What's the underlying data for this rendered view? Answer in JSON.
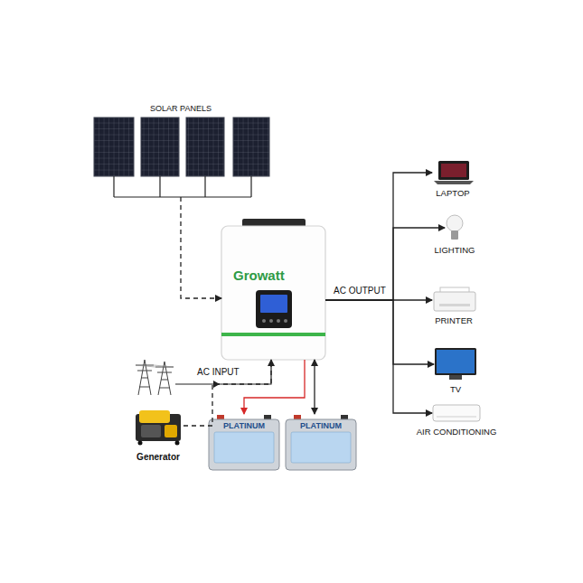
{
  "diagram": {
    "nodes": [
      {
        "text": [
          "SOLAR PANELS"
        ]
      },
      {
        "text": [
          "Growatt"
        ]
      },
      {
        "text": [
          "Generator"
        ]
      },
      {
        "text": [
          "PLATINUM"
        ]
      },
      {
        "text": [
          "PLATINUM"
        ]
      },
      {
        "text": [
          "LAPTOP"
        ]
      },
      {
        "text": [
          "LIGHTING"
        ]
      },
      {
        "text": [
          "PRINTER"
        ]
      },
      {
        "text": [
          "TV"
        ]
      },
      {
        "text": [
          "AIR CONDITIONING"
        ]
      }
    ],
    "edges": [
      {
        "from": 0,
        "to": 1,
        "arrow": "to"
      },
      {
        "from": 2,
        "to": 1,
        "arrow": "to"
      },
      {
        "from": 1,
        "to": 3,
        "arrow": "to"
      },
      {
        "from": 1,
        "to": 4,
        "arrow": "both"
      },
      {
        "from": 1,
        "to": 5,
        "arrow": "to"
      },
      {
        "from": 1,
        "to": 6,
        "arrow": "to"
      },
      {
        "from": 1,
        "to": 7,
        "arrow": "to",
        "label": "AC OUTPUT"
      },
      {
        "from": 1,
        "to": 8,
        "arrow": "to"
      },
      {
        "from": 1,
        "to": 9,
        "arrow": "to"
      }
    ],
    "labels": [
      "AC INPUT"
    ]
  }
}
